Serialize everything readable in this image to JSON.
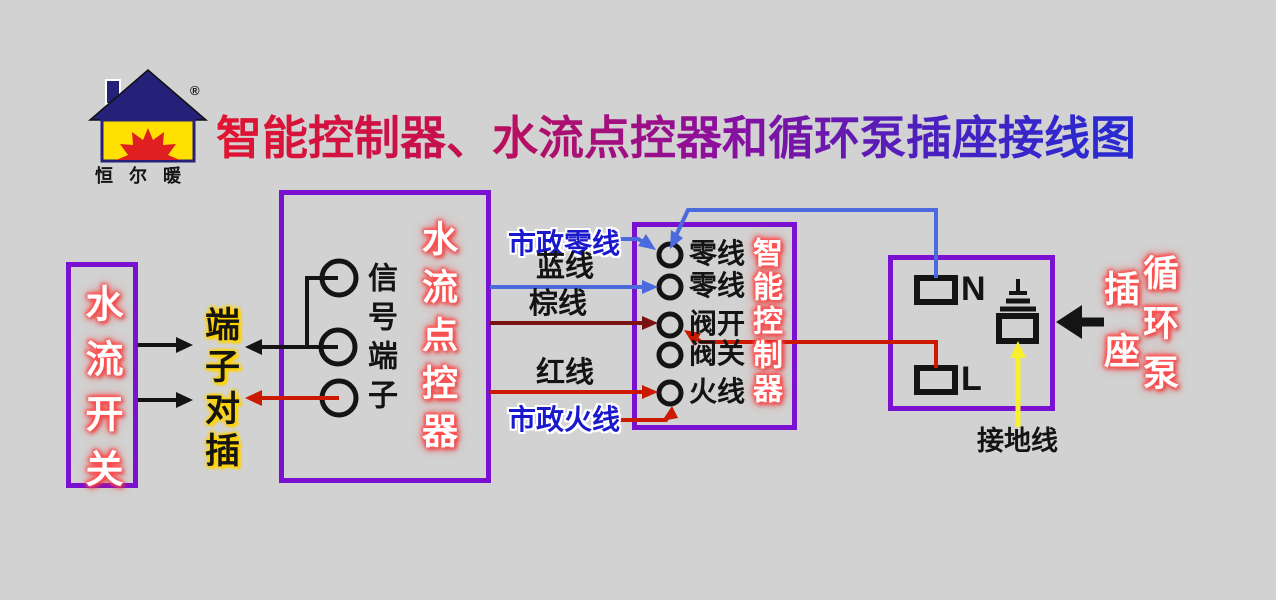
{
  "colors": {
    "background": "#d2d2d2",
    "box_border": "#7a10d0",
    "line_black": "#141414",
    "wire_blue": "#4a6ade",
    "wire_brown": "#7a1212",
    "wire_red": "#cc1a00",
    "wire_yellow": "#f8ef2e",
    "label_blue": "#1a18cc",
    "glow_red": "#ff4444",
    "glow_yellow": "#ffd200",
    "logo_roof": "#262178",
    "logo_body": "#ffe000",
    "logo_sun": "#e02020",
    "title_gradient_start": "#e01530",
    "title_gradient_mid": "#8a0f9e",
    "title_gradient_end": "#2a2ad0"
  },
  "logo": {
    "brand": "恒尔暖",
    "registered": "®"
  },
  "title": "智能控制器、水流点控器和循环泵插座接线图",
  "flow_switch": {
    "label": "水流开关"
  },
  "plug_connector_label": "端子对插",
  "flow_controller": {
    "label": "水流点控器",
    "signal_terminal_label": "信号端子"
  },
  "wire_labels": {
    "mains_neutral": "市政零线",
    "blue": "蓝线",
    "brown": "棕线",
    "red": "红线",
    "mains_live": "市政火线"
  },
  "smart_controller": {
    "label": "智能控制器",
    "terminals": [
      "零线",
      "零线",
      "阀开",
      "阀关",
      "火线"
    ]
  },
  "socket": {
    "n_label": "N",
    "l_label": "L",
    "ground_label": "接地线"
  },
  "pump_socket": {
    "label_primary": "循环泵",
    "label_secondary": "插座"
  }
}
